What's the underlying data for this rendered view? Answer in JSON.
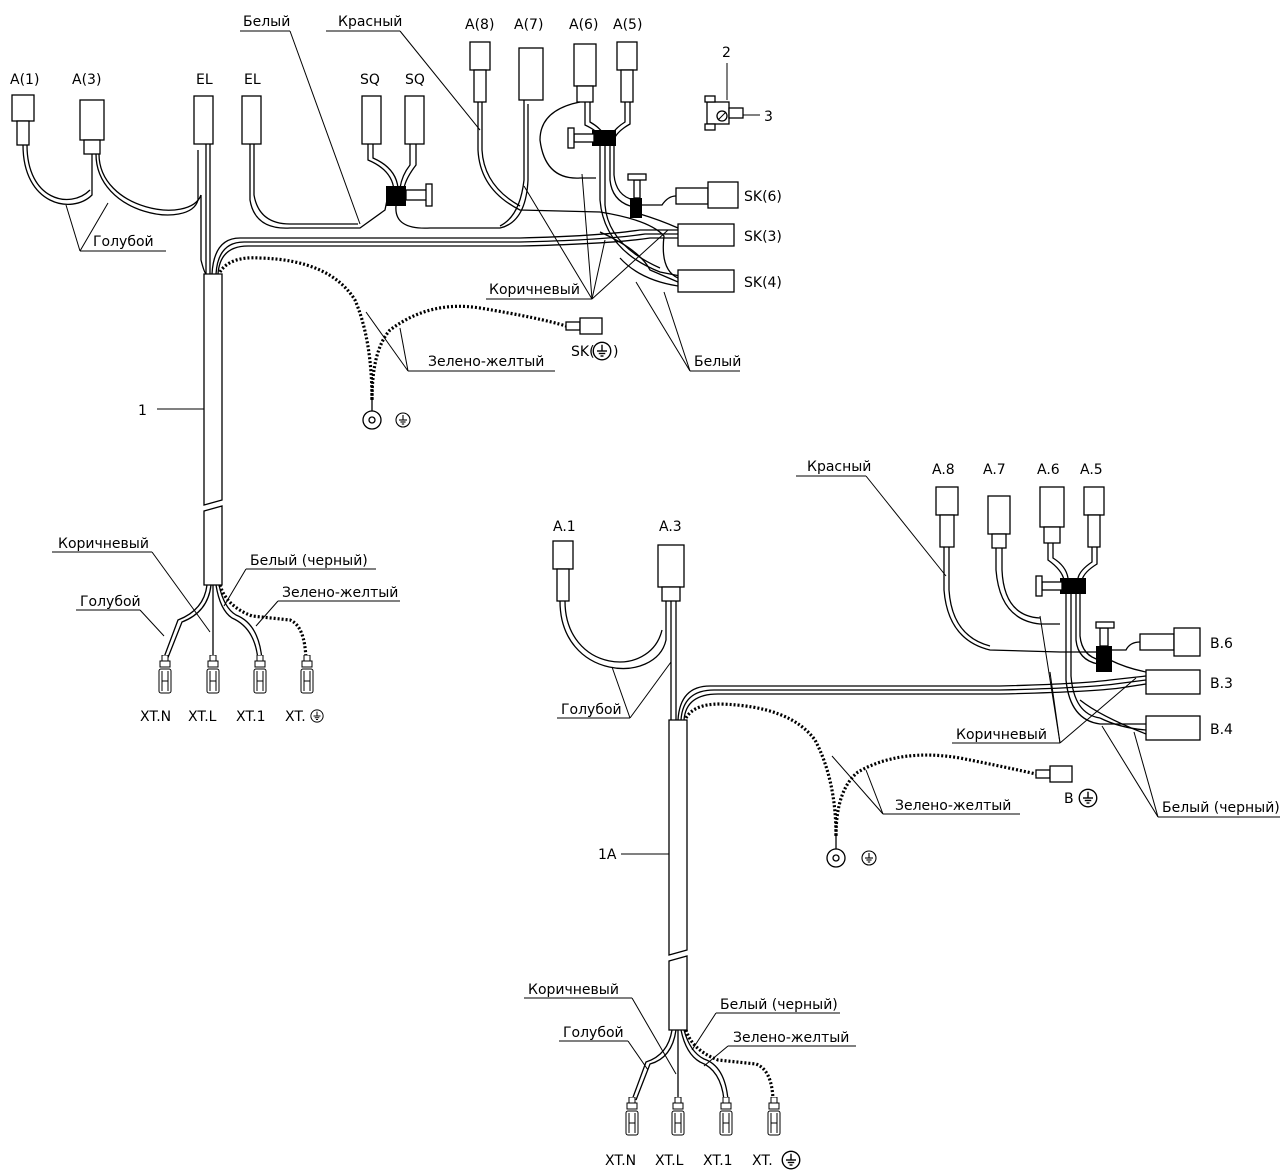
{
  "colors": {
    "line": "#000000",
    "background": "#ffffff"
  },
  "harness1": {
    "item": "1",
    "connectors": {
      "a1": "A(1)",
      "a3": "A(3)",
      "el_left": "EL",
      "el_right": "EL",
      "sq_left": "SQ",
      "sq_right": "SQ",
      "a8": "A(8)",
      "a7": "A(7)",
      "a6": "A(6)",
      "a5": "A(5)",
      "sk6": "SK(6)",
      "sk3": "SK(3)",
      "sk4": "SK(4)",
      "sk_ground": "SK(",
      "sk_ground_close": ")"
    },
    "wires": {
      "white_top": "Белый",
      "red_top": "Красный",
      "blue_top": "Голубой",
      "brown_mid": "Коричневый",
      "yellow_green_mid": "Зелено-желтый",
      "white_right": "Белый",
      "brown_bottom": "Коричневый",
      "blue_bottom": "Голубой",
      "white_black_bottom": "Белый (черный)",
      "yellow_green_bottom": "Зелено-желтый"
    },
    "terminals": {
      "n": "XT.N",
      "l": "XT.L",
      "t1": "XT.1",
      "ground": "XT."
    }
  },
  "detail": {
    "num2": "2",
    "num3": "3"
  },
  "harness2": {
    "item": "1A",
    "connectors": {
      "a1": "A.1",
      "a3": "A.3",
      "a8": "A.8",
      "a7": "A.7",
      "a6": "A.6",
      "a5": "A.5",
      "b6": "B.6",
      "b3": "B.3",
      "b4": "B.4",
      "b_ground": "B"
    },
    "wires": {
      "red_top": "Красный",
      "blue_mid": "Голубой",
      "brown_mid": "Коричневый",
      "yellow_green_mid": "Зелено-желтый",
      "white_black_right": "Белый (черный)",
      "brown_bottom": "Коричневый",
      "blue_bottom": "Голубой",
      "white_black_bottom": "Белый (черный)",
      "yellow_green_bottom": "Зелено-желтый"
    },
    "terminals": {
      "n": "XT.N",
      "l": "XT.L",
      "t1": "XT.1",
      "ground": "XT."
    }
  }
}
